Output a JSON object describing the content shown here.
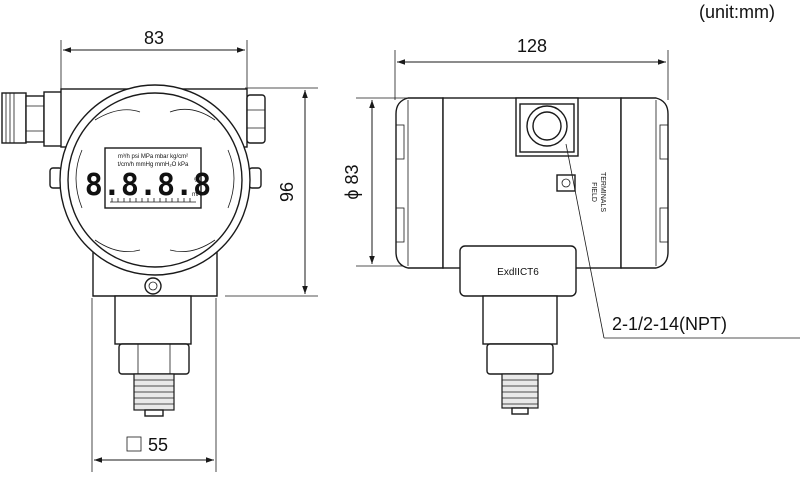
{
  "unit_note": "(unit:mm)",
  "front_view": {
    "width_dim": "83",
    "height_dim": "96",
    "square_dim": "55",
    "lcd_units_line1": "m³/h psi MPa mbar kg/cm²",
    "lcd_units_line2": "t/cm/h mmHg mmH₂O kPa",
    "lcd_digits": "8.8.8.8",
    "lcd_pct": "%",
    "lcd_ma": "mA"
  },
  "side_view": {
    "length_dim": "128",
    "diameter_dim": "83",
    "ex_marking": "ExdIICT6",
    "field_terminals_1": "FIELD",
    "field_terminals_2": "TERMINALS",
    "thread_label": "2-1/2-14(NPT)"
  }
}
